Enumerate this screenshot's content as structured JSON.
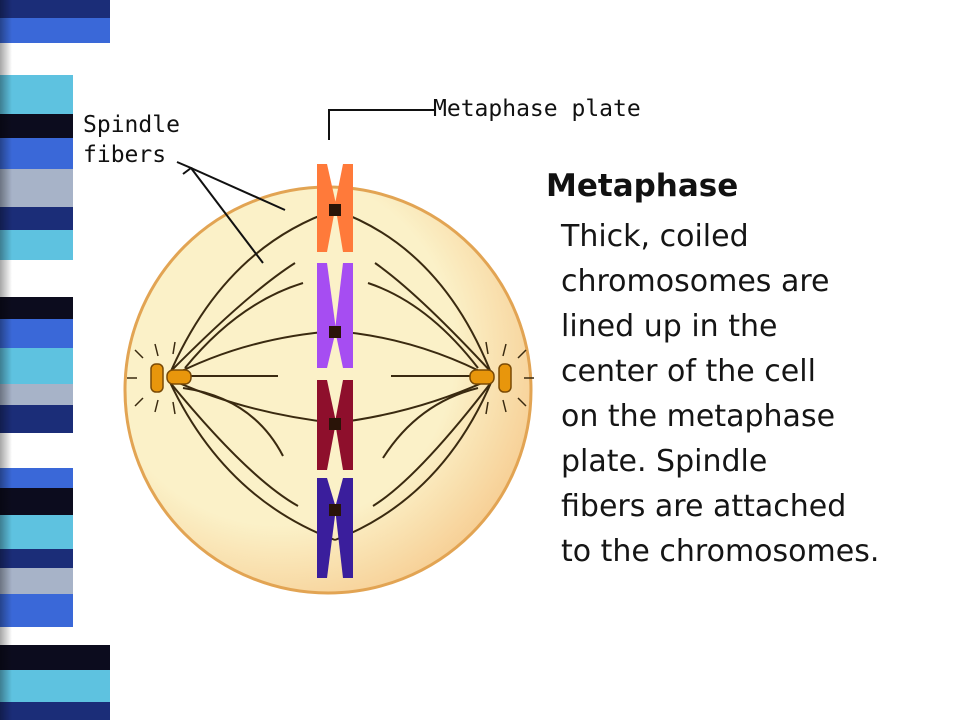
{
  "diagram": {
    "labels": {
      "spindle_fibers": [
        "Spindle",
        "fibers"
      ],
      "metaphase_plate": "Metaphase plate"
    },
    "title": "Metaphase",
    "description": [
      "Thick, coiled",
      "chromosomes are",
      "lined up in the",
      "center of the cell",
      "on the metaphase",
      "plate.  Spindle",
      "fibers are attached",
      "to the chromosomes."
    ]
  },
  "colors": {
    "cell_fill": "#fbf1c8",
    "cell_outline": "#e2a453",
    "cell_shadow": "#f6c98c",
    "fiber": "#3a2a10",
    "centriole": "#e8960c",
    "chromosome_1": "#ff7a3a",
    "chromosome_2": "#a64df2",
    "chromosome_3": "#8e0f2c",
    "chromosome_4": "#3a1e9c",
    "slide_stripe_colors": [
      "#1b2d78",
      "#3a68d8",
      "#ffffff",
      "#5ec2e0",
      "#0c0c1e",
      "#a7b3c8"
    ]
  }
}
